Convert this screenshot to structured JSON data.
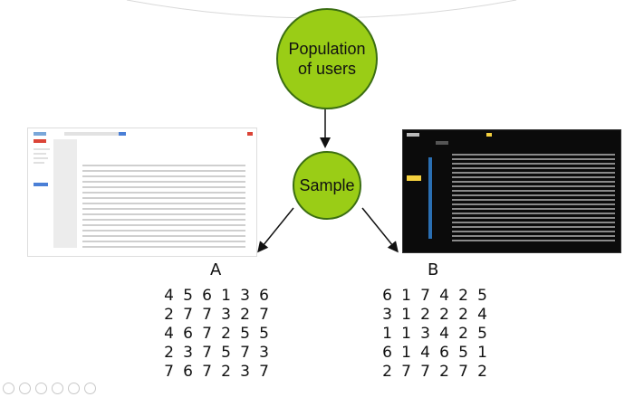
{
  "diagram": {
    "top_node": {
      "label_line1": "Population",
      "label_line2": "of users"
    },
    "sample_node": {
      "label": "Sample"
    },
    "colors": {
      "node_fill": "#9acd16",
      "node_border": "#3b6e12",
      "arrow": "#111111"
    }
  },
  "group_a": {
    "label": "A",
    "values": [
      [
        4,
        5,
        6,
        1,
        3,
        6
      ],
      [
        2,
        7,
        7,
        3,
        2,
        7
      ],
      [
        4,
        6,
        7,
        2,
        5,
        5
      ],
      [
        2,
        3,
        7,
        5,
        7,
        3
      ],
      [
        7,
        6,
        7,
        2,
        3,
        7
      ]
    ]
  },
  "group_b": {
    "label": "B",
    "values": [
      [
        6,
        1,
        7,
        4,
        2,
        5
      ],
      [
        3,
        1,
        2,
        2,
        2,
        4
      ],
      [
        1,
        1,
        3,
        4,
        2,
        5
      ],
      [
        6,
        1,
        4,
        6,
        5,
        1
      ],
      [
        2,
        7,
        7,
        2,
        7,
        2
      ]
    ]
  },
  "screenshot_a": {
    "theme": "light",
    "accent": "#db4437"
  },
  "screenshot_b": {
    "theme": "dark",
    "accent": "#f4d03f"
  }
}
